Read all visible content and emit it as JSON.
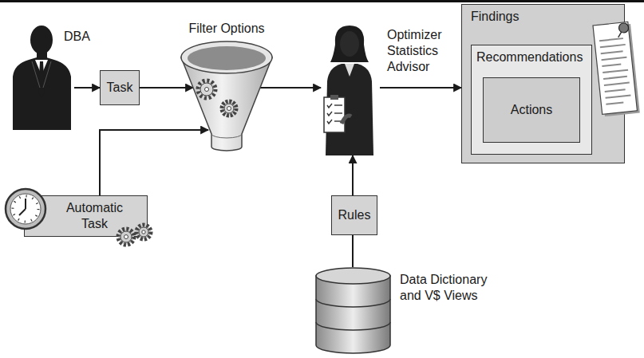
{
  "diagram": {
    "nodes": [
      {
        "text": [
          "DBA"
        ]
      },
      {
        "text": [
          "Task"
        ]
      },
      {
        "text": [
          "Filter Options"
        ]
      },
      {
        "text": [
          "Optimizer Statistics Advisor"
        ]
      },
      {
        "text": [
          "Findings"
        ]
      },
      {
        "text": [
          "Recommendations"
        ],
        "in": 4
      },
      {
        "text": [
          "Actions"
        ],
        "in": 5
      },
      {
        "text": [
          "Automatic Task"
        ]
      },
      {
        "text": [
          "Rules"
        ]
      },
      {
        "text": [
          "Data Dictionary and V$ Views"
        ]
      }
    ],
    "edges": [
      {
        "from": 0,
        "to": 1,
        "arrow": "to"
      },
      {
        "from": 1,
        "to": 2,
        "arrow": "to"
      },
      {
        "from": 7,
        "to": 2,
        "arrow": "to"
      },
      {
        "from": 2,
        "to": 3,
        "arrow": "to"
      },
      {
        "from": 3,
        "to": 4,
        "arrow": "to"
      },
      {
        "from": 9,
        "to": 8,
        "arrow": "none"
      },
      {
        "from": 8,
        "to": 3,
        "arrow": "to"
      }
    ]
  }
}
